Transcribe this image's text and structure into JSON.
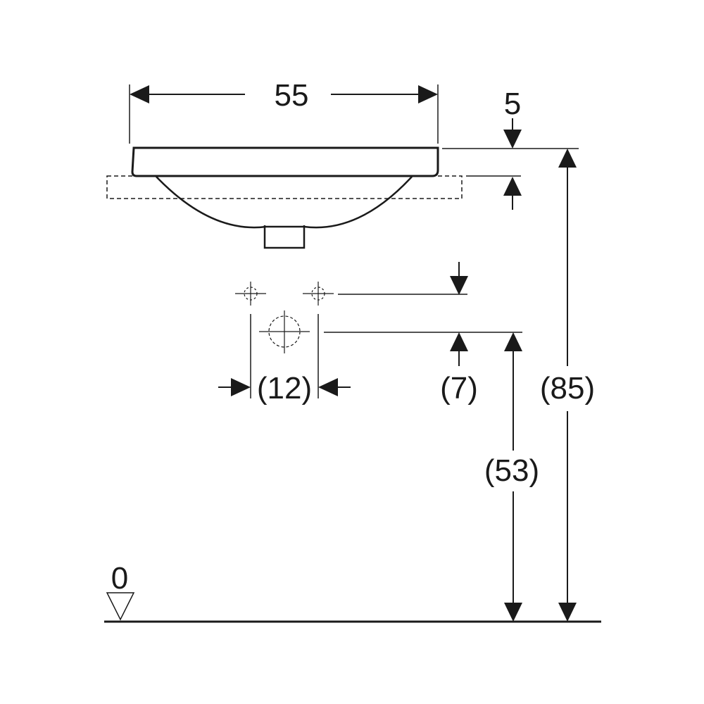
{
  "dimensions": {
    "width": "55",
    "rim_thickness": "5",
    "tap_spacing": "(12)",
    "tap_to_waste_offset": "(7)",
    "waste_height": "(53)",
    "total_height": "(85)",
    "floor_level": "0"
  },
  "colors": {
    "line": "#1a1a1a",
    "background": "#ffffff"
  }
}
